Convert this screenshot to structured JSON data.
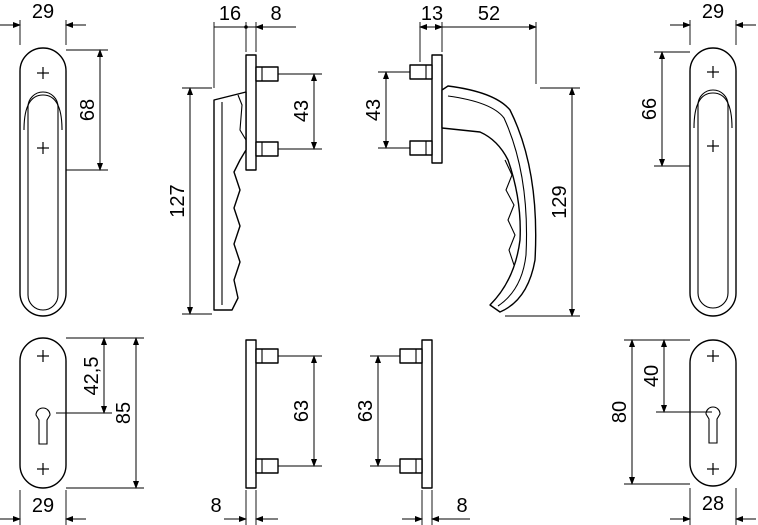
{
  "dimensions": {
    "top_front_left_width": "29",
    "top_front_left_height": "68",
    "top_side_left_offset": "16",
    "top_side_left_depth": "8",
    "top_side_left_screws": "43",
    "top_side_left_length": "127",
    "top_side_right_depth": "13",
    "top_side_right_reach": "52",
    "top_side_right_screws": "43",
    "top_side_right_length": "129",
    "top_front_right_width": "29",
    "top_front_right_height": "66",
    "bottom_front_left_half": "42,5",
    "bottom_front_left_height": "85",
    "bottom_front_left_width": "29",
    "bottom_side_left_screws": "63",
    "bottom_side_left_depth": "8",
    "bottom_side_right_screws": "63",
    "bottom_side_right_depth": "8",
    "bottom_front_right_height": "80",
    "bottom_front_right_half": "40",
    "bottom_front_right_width": "28"
  }
}
